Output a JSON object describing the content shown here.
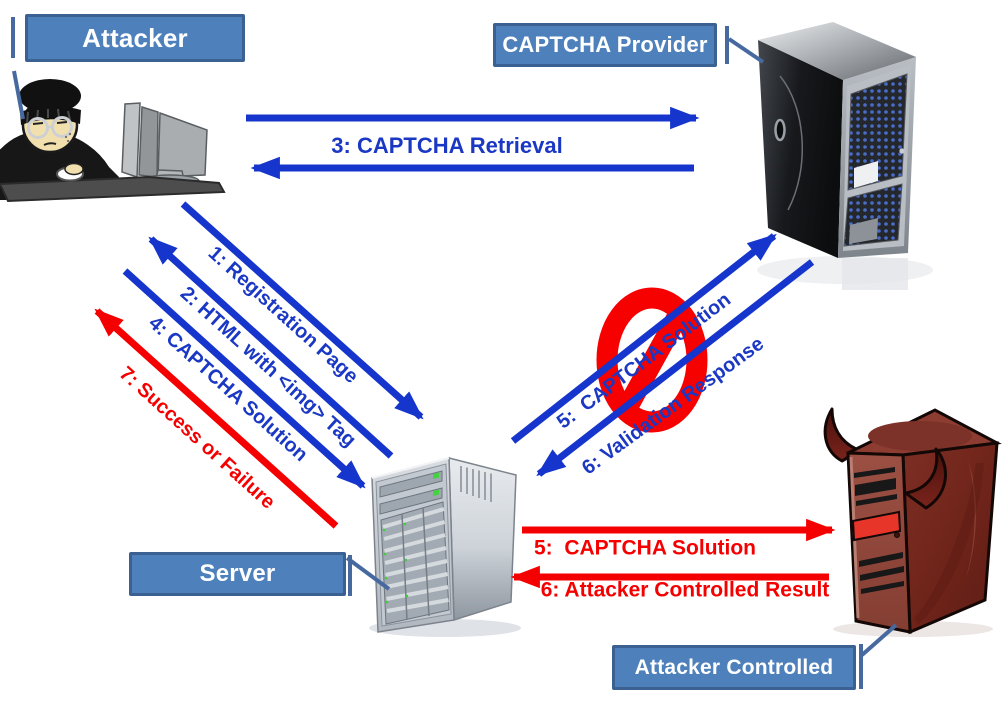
{
  "diagram": {
    "title_context": "CAPTCHA relay attack sequence diagram",
    "nodes": {
      "attacker": {
        "label": "Attacker"
      },
      "captcha_provider": {
        "label": "CAPTCHA Provider"
      },
      "server": {
        "label": "Server"
      },
      "attacker_controlled": {
        "label": "Attacker Controlled"
      }
    },
    "messages": {
      "attacker_captcha_provider": {
        "m3": "3: CAPTCHA Retrieval"
      },
      "attacker_server": {
        "m1": "1: Registration Page",
        "m2": "2: HTML with <img> Tag",
        "m4": "4: CAPTCHA Solution",
        "m7": "7: Success or Failure"
      },
      "server_captcha_provider": {
        "m5": "5:  CAPTCHA Solution",
        "m6": "6: Validation Response",
        "blocked": true
      },
      "server_attacker_controlled": {
        "m5": "5:  CAPTCHA Solution",
        "m6": "6: Attacker Controlled Result"
      }
    }
  },
  "colors": {
    "arrow_blue": "#1535cc",
    "text_blue": "#1b38c4",
    "arrow_red": "#f50000",
    "label_background": "#4e81bc",
    "label_border": "#3a6191",
    "label_text": "#ffffff",
    "callout_line": "#46699f",
    "prohibition_red": "#f70000"
  }
}
